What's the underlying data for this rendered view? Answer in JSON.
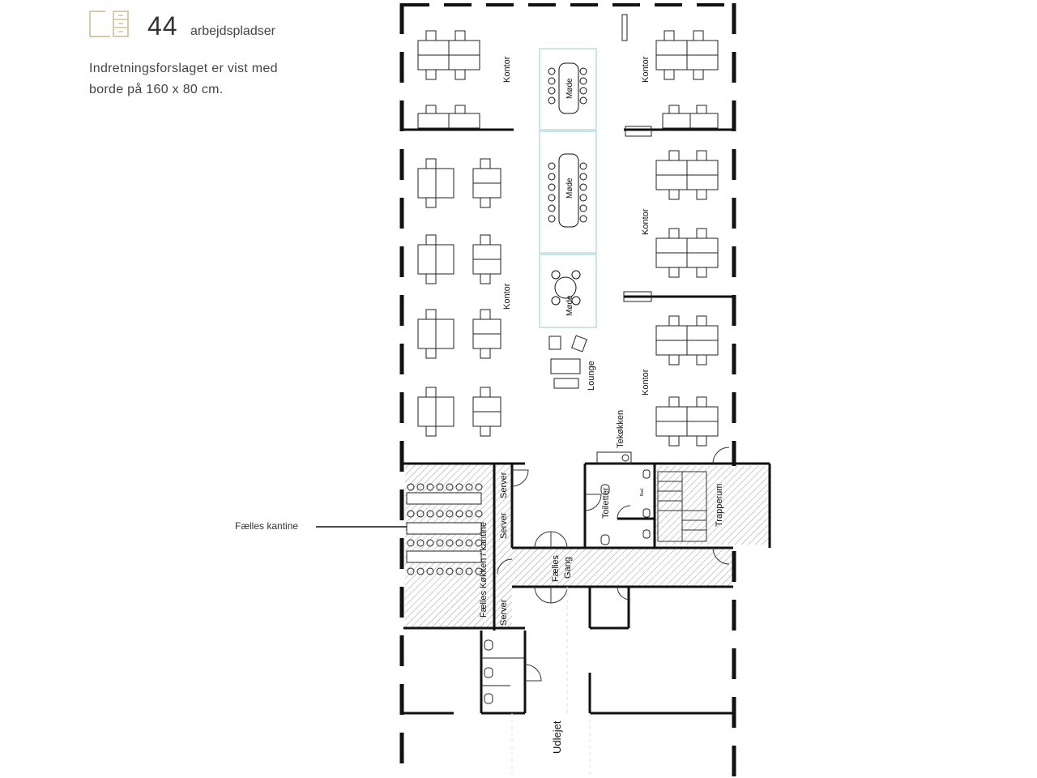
{
  "header": {
    "count": "44",
    "count_unit": "arbejdspladser",
    "description_line1": "Indretningsforslaget er vist med",
    "description_line2": "borde på 160 x 80 cm.",
    "icon": "furniture-icon"
  },
  "callout": {
    "label": "Fælles kantine"
  },
  "rooms": {
    "kontor": "Kontor",
    "mode": "Møde",
    "lounge": "Lounge",
    "tekokken": "Tekøkken",
    "toiletter": "Toiletter",
    "bad": "Bad",
    "trapperum": "Trapperum",
    "server": "Server",
    "kantine": "Fælles Køkken / kantine",
    "gang_line1": "Fælles",
    "gang_line2": "Gang",
    "udlejet": "Udlejet"
  },
  "colors": {
    "wall": "#111111",
    "meeting_outline": "#b9dde0",
    "hatch": "#9a9a9a",
    "text": "#3a3a3a"
  }
}
